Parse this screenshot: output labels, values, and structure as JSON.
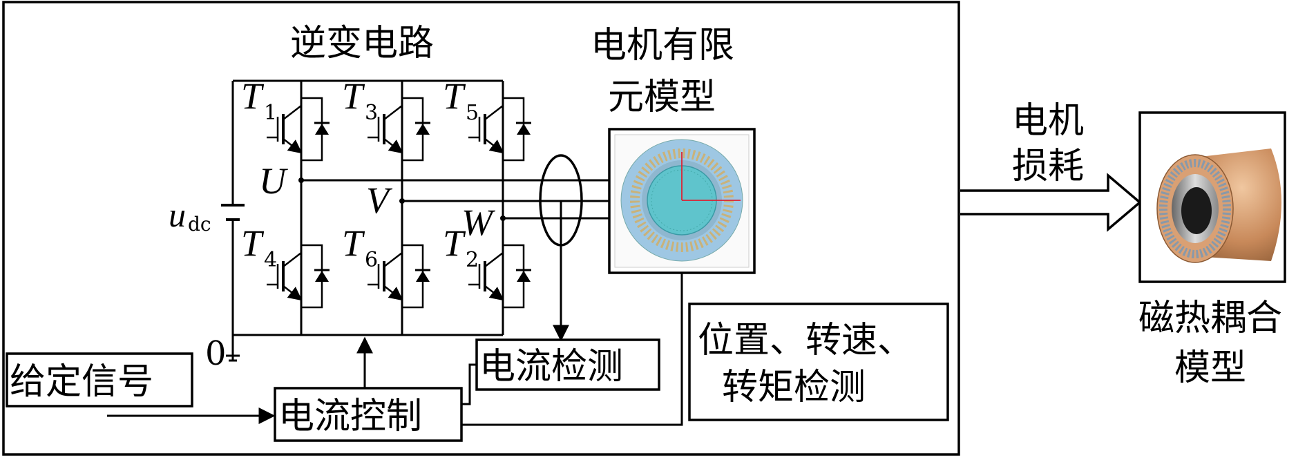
{
  "labels": {
    "inverter_title": "逆变电路",
    "fem_title_line1": "电机有限",
    "fem_title_line2": "元模型",
    "loss_line1": "电机",
    "loss_line2": "损耗",
    "coupling_line1": "磁热耦合",
    "coupling_line2": "模型",
    "given_signal": "给定信号",
    "current_control": "电流控制",
    "current_detect": "电流检测",
    "pos_detect_line1": "位置、转速、",
    "pos_detect_line2": "转矩检测",
    "dc_voltage": "u",
    "dc_voltage_sub": "dc",
    "ground_zero": "0",
    "phase_u": "U",
    "phase_v": "V",
    "phase_w": "W"
  },
  "switches": [
    {
      "letter": "T",
      "sub": "1"
    },
    {
      "letter": "T",
      "sub": "3"
    },
    {
      "letter": "T",
      "sub": "5"
    },
    {
      "letter": "T",
      "sub": "4"
    },
    {
      "letter": "T",
      "sub": "6"
    },
    {
      "letter": "T",
      "sub": "2"
    }
  ],
  "colors": {
    "stator": "#9ec7e3",
    "rotor": "#5fc4cc",
    "motor_copper": "#c8895a"
  }
}
